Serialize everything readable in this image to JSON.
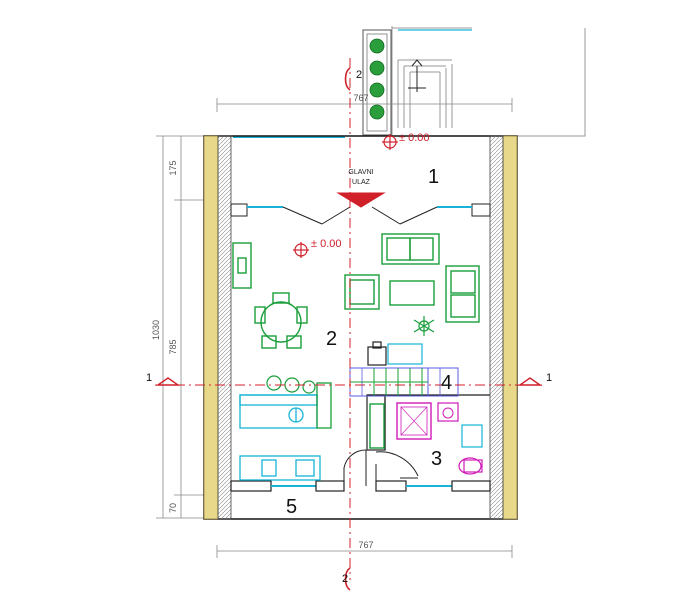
{
  "plan": {
    "dimensions": {
      "top_width": "767",
      "bottom_width": "767",
      "left_total": "1030",
      "left_segment_top": "175",
      "left_segment_middle": "785",
      "left_segment_bottom": "70"
    },
    "section_markers": {
      "vertical_top": "2",
      "vertical_bottom": "2",
      "horizontal_left": "1",
      "horizontal_right": "1"
    },
    "level_marks": {
      "outside": "± 0.00",
      "inside": "± 0.00"
    },
    "entrance": {
      "line1": "GLAVNI",
      "line2": "ULAZ"
    },
    "rooms": {
      "r1": "1",
      "r2": "2",
      "r3": "3",
      "r4": "4",
      "r5": "5"
    },
    "colors": {
      "furniture": "#1a9e3a",
      "bathroom": "#d01ab8",
      "stairs": "#5a5ae0",
      "section_line": "#d0202a",
      "window": "#16b3d6",
      "wall": "#222222",
      "timber": "#e8d98a"
    }
  }
}
